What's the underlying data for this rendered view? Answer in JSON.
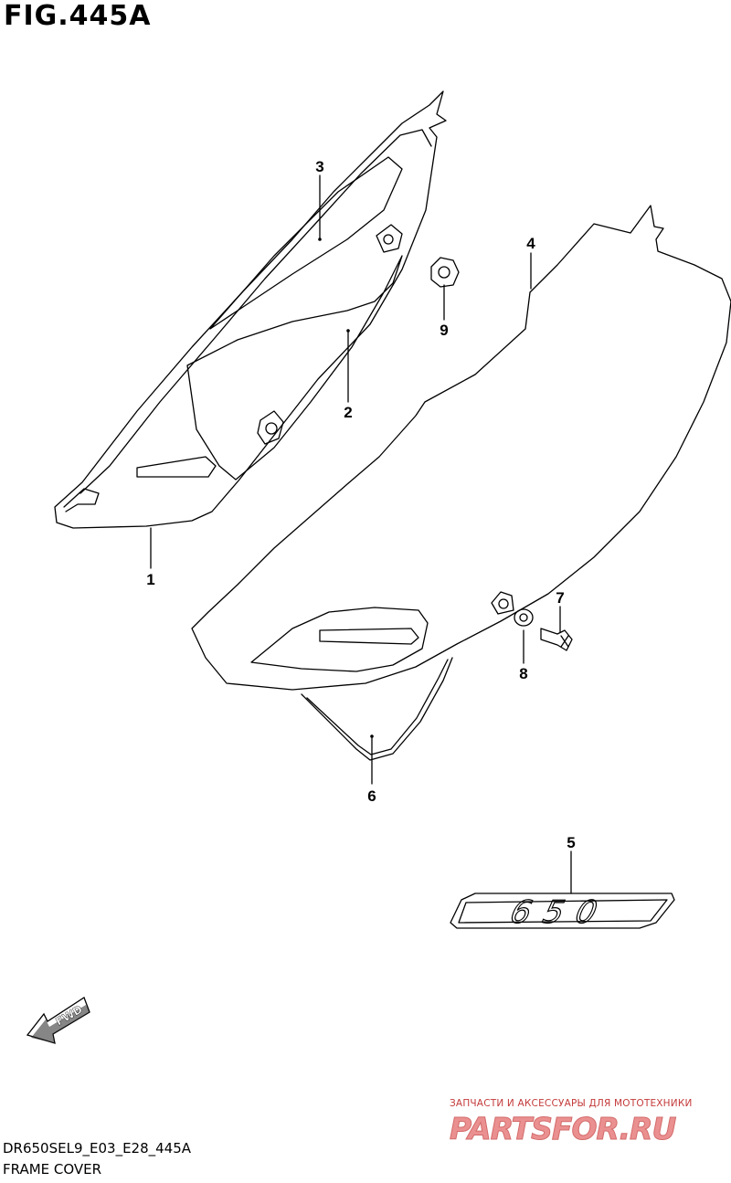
{
  "figure": {
    "title": "FIG.445A"
  },
  "callouts": {
    "c1": "1",
    "c2": "2",
    "c3": "3",
    "c4": "4",
    "c5": "5",
    "c6": "6",
    "c7": "7",
    "c8": "8",
    "c9": "9"
  },
  "emblem": {
    "text": "650"
  },
  "fwd": {
    "label": "FWD"
  },
  "watermark": {
    "tagline": "ЗАПЧАСТИ И АКСЕССУАРЫ ДЛЯ МОТОТЕХНИКИ",
    "logo": "PARTSFOR.RU"
  },
  "footer": {
    "code": "DR650SEL9_E03_E28_445A",
    "caption": "FRAME COVER"
  },
  "colors": {
    "line": "#000000",
    "watermark": "#c43a3a"
  }
}
